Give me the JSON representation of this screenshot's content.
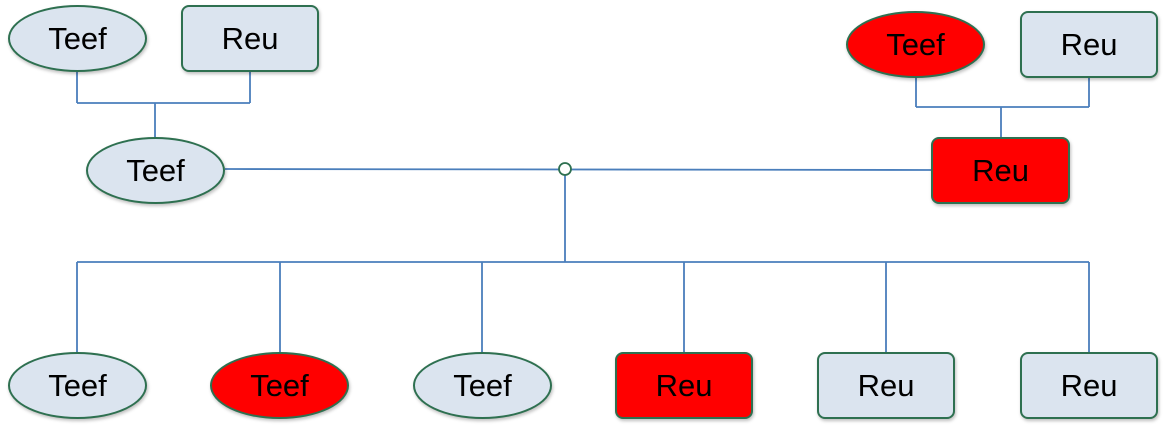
{
  "colors": {
    "normal_fill": "#dbe4ef",
    "affected_fill": "#ff0000",
    "border": "#2e7050",
    "connector": "#4a7ebb"
  },
  "nodes": {
    "left_grandmother": {
      "label": "Teef",
      "shape": "ellipse",
      "affected": false
    },
    "left_grandfather": {
      "label": "Reu",
      "shape": "rectangle",
      "affected": false
    },
    "right_grandmother": {
      "label": "Teef",
      "shape": "ellipse",
      "affected": true
    },
    "right_grandfather": {
      "label": "Reu",
      "shape": "rectangle",
      "affected": false
    },
    "mother": {
      "label": "Teef",
      "shape": "ellipse",
      "affected": false
    },
    "father": {
      "label": "Reu",
      "shape": "rectangle",
      "affected": true
    },
    "offspring": [
      {
        "label": "Teef",
        "shape": "ellipse",
        "affected": false
      },
      {
        "label": "Teef",
        "shape": "ellipse",
        "affected": true
      },
      {
        "label": "Teef",
        "shape": "ellipse",
        "affected": false
      },
      {
        "label": "Reu",
        "shape": "rectangle",
        "affected": true
      },
      {
        "label": "Reu",
        "shape": "rectangle",
        "affected": false
      },
      {
        "label": "Reu",
        "shape": "rectangle",
        "affected": false
      }
    ]
  }
}
